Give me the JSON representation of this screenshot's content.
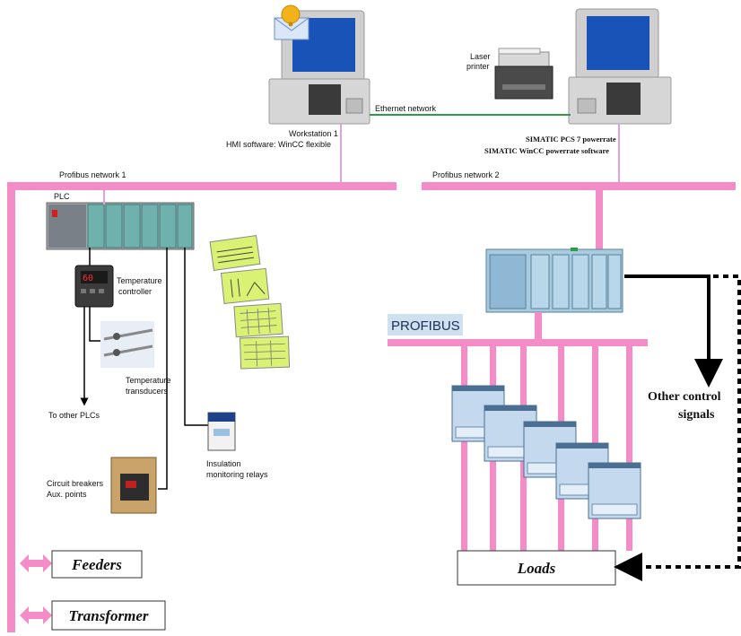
{
  "colors": {
    "bus": "#f48cc7",
    "ethernet": "#2e9a4a",
    "monitor_frame": "#c9c9c9",
    "monitor_screen": "#1a53b8",
    "plc_module": "#6fb1ad",
    "drive_screen": "#c4d9ee",
    "chart_green": "#d9f274",
    "profibus_banner": "#cfe0ee"
  },
  "labels": {
    "workstation1": "Workstation 1",
    "hmi_software": "HMI software: WinCC flexible",
    "ethernet_network": "Ethernet network",
    "laser": "Laser",
    "printer": "printer",
    "simatic_pcs7": "SIMATIC PCS 7 powerrate",
    "simatic_wincc": "SIMATIC WinCC powerrate software",
    "profibus_network1": "Profibus network 1",
    "profibus_network2": "Profibus network 2",
    "plc": "PLC",
    "temperature": "Temperature",
    "controller": "controller",
    "temperature_transducers_1": "Temperature",
    "temperature_transducers_2": "transducers",
    "to_other_plcs": "To other PLCs",
    "circuit_breakers": "Circuit breakers",
    "aux_points": "Aux. points",
    "insulation": "Insulation",
    "monitoring_relays": "monitoring relays",
    "profibus": "PROFIBUS",
    "other_control_1": "Other control",
    "other_control_2": "signals",
    "loads": "Loads",
    "feeders": "Feeders",
    "transformer": "Transformer",
    "temp_display": "60"
  },
  "icons": [
    "email-bell-icon",
    "workstation-icon",
    "laser-printer-icon",
    "plc-rack-icon",
    "temperature-controller-icon",
    "temperature-transducer-icon",
    "circuit-breaker-icon",
    "insulation-relay-icon",
    "power-monitor-icon"
  ]
}
